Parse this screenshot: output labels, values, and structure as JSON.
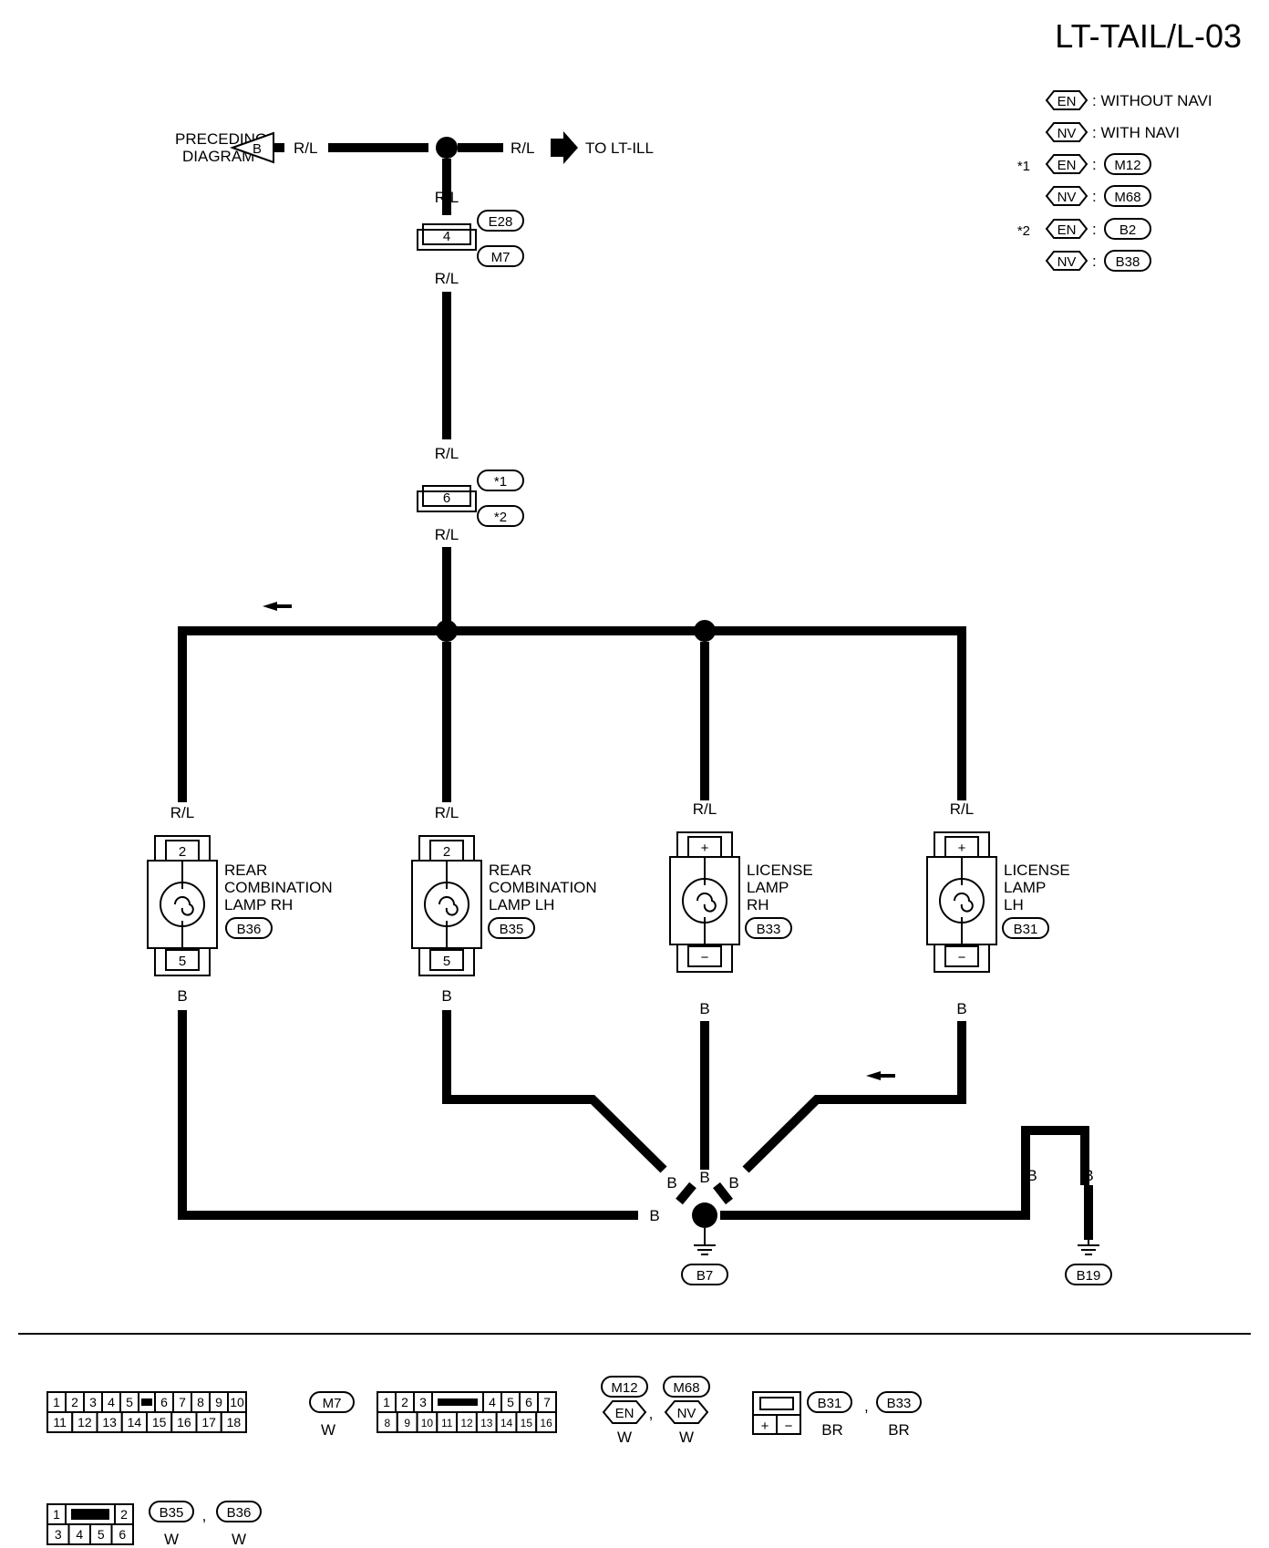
{
  "title": "LT-TAIL/L-03",
  "legend": {
    "en_tag": "EN",
    "nv_tag": "NV",
    "without_navi": ": WITHOUT NAVI",
    "with_navi": ": WITH NAVI",
    "note1_mark": "*1",
    "note2_mark": "*2",
    "note1_en": "M12",
    "note1_nv": "M68",
    "note2_en": "B2",
    "note2_nv": "B38",
    "colon": ":"
  },
  "top": {
    "preceding_line1": "PRECEDING",
    "preceding_line2": "DIAGRAM",
    "arrow_b": "B",
    "wire_rl_left": "R/L",
    "wire_rl_right": "R/L",
    "to_lt_ill": "TO LT-ILL"
  },
  "connectors": {
    "c1_pin": "4",
    "c1_tag_a": "E28",
    "c1_tag_b": "M7",
    "c2_pin": "6",
    "c2_tag_a": "*1",
    "c2_tag_b": "*2"
  },
  "wire_color": {
    "rl": "R/L",
    "b": "B"
  },
  "lamps": [
    {
      "name1": "REAR",
      "name2": "COMBINATION",
      "name3": "LAMP RH",
      "conn": "B36",
      "pin_top": "2",
      "pin_bottom": "5"
    },
    {
      "name1": "REAR",
      "name2": "COMBINATION",
      "name3": "LAMP LH",
      "conn": "B35",
      "pin_top": "2",
      "pin_bottom": "5"
    },
    {
      "name1": "LICENSE",
      "name2": "LAMP",
      "name3": "RH",
      "conn": "B33",
      "pin_top": "+",
      "pin_bottom": "−"
    },
    {
      "name1": "LICENSE",
      "name2": "LAMP",
      "name3": "LH",
      "conn": "B31",
      "pin_top": "+",
      "pin_bottom": "−"
    }
  ],
  "grounds": {
    "g1": "B7",
    "g2": "B19"
  },
  "connector_views": {
    "m7_pins_top": [
      "1",
      "2",
      "3",
      "4",
      "5",
      "6",
      "7",
      "8",
      "9",
      "10"
    ],
    "m7_pins_bottom": [
      "11",
      "12",
      "13",
      "14",
      "15",
      "16",
      "17",
      "18"
    ],
    "m7_tag": "M7",
    "m7_color": "W",
    "m12_pins_top": [
      "1",
      "2",
      "3",
      "4",
      "5",
      "6",
      "7"
    ],
    "m12_pins_bottom": [
      "8",
      "9",
      "10",
      "11",
      "12",
      "13",
      "14",
      "15",
      "16"
    ],
    "m12_tag": "M12",
    "m68_tag": "M68",
    "m12_color": "W",
    "m68_color": "W",
    "b31_tag": "B31",
    "b33_tag": "B33",
    "b31_color": "BR",
    "b33_color": "BR",
    "plus": "+",
    "minus": "−",
    "b35_pins_top": [
      "1",
      "2"
    ],
    "b35_pins_bottom": [
      "3",
      "4",
      "5",
      "6"
    ],
    "b35_tag": "B35",
    "b36_tag": "B36",
    "b35_color": "W",
    "b36_color": "W",
    "comma": ","
  }
}
